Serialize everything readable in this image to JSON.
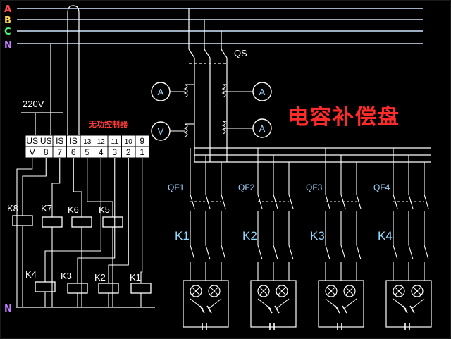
{
  "title": "电容补偿盘",
  "controller_title": "无功控制器",
  "voltage_label": "220V",
  "qs_label": "QS",
  "buses": [
    {
      "name": "A",
      "color": "#ff4d4d"
    },
    {
      "name": "B",
      "color": "#ffd84d"
    },
    {
      "name": "C",
      "color": "#4dff7a"
    },
    {
      "name": "N",
      "color": "#c27bff"
    }
  ],
  "bottom_n_label": "N",
  "terminals_top": [
    "US",
    "US",
    "IS",
    "IS",
    "13",
    "12",
    "11",
    "10",
    "9"
  ],
  "terminals_bottom": [
    "V",
    "8",
    "7",
    "6",
    "5",
    "4",
    "3",
    "2",
    "1"
  ],
  "meters": [
    {
      "symbol": "A"
    },
    {
      "symbol": "A"
    },
    {
      "symbol": "V"
    },
    {
      "symbol": "A"
    }
  ],
  "relays": [
    "K8",
    "K7",
    "K6",
    "K5",
    "K4",
    "K3",
    "K2",
    "K1"
  ],
  "breakers": [
    "QF1",
    "QF2",
    "QF3",
    "QF4"
  ],
  "contactors": [
    "K1",
    "K2",
    "K3",
    "K4"
  ]
}
